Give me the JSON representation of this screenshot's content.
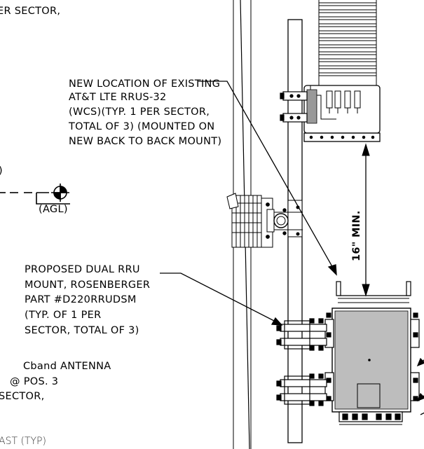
{
  "notes": {
    "top_fragment": "ER SECTOR,",
    "rrus_note": [
      "NEW LOCATION OF EXISTING",
      "AT&T LTE RRUS-32",
      "(WCS)(TYP. 1 PER SECTOR,",
      "TOTAL OF 3) (MOUNTED ON",
      "NEW BACK TO BACK MOUNT)"
    ],
    "agl_label": "(AGL)",
    "left_fragment": ")",
    "dual_rru_note": [
      "PROPOSED DUAL RRU",
      "MOUNT, ROSENBERGER",
      "PART #D220RRUDSM",
      "(TYP. OF 1 PER",
      "SECTOR, TOTAL OF 3)"
    ],
    "cband_note": [
      "Cband ANTENNA",
      "@ POS. 3",
      "SECTOR,"
    ],
    "bottom_fragment": "AST (TYP)"
  },
  "dimension": {
    "label": "16\" MIN."
  }
}
